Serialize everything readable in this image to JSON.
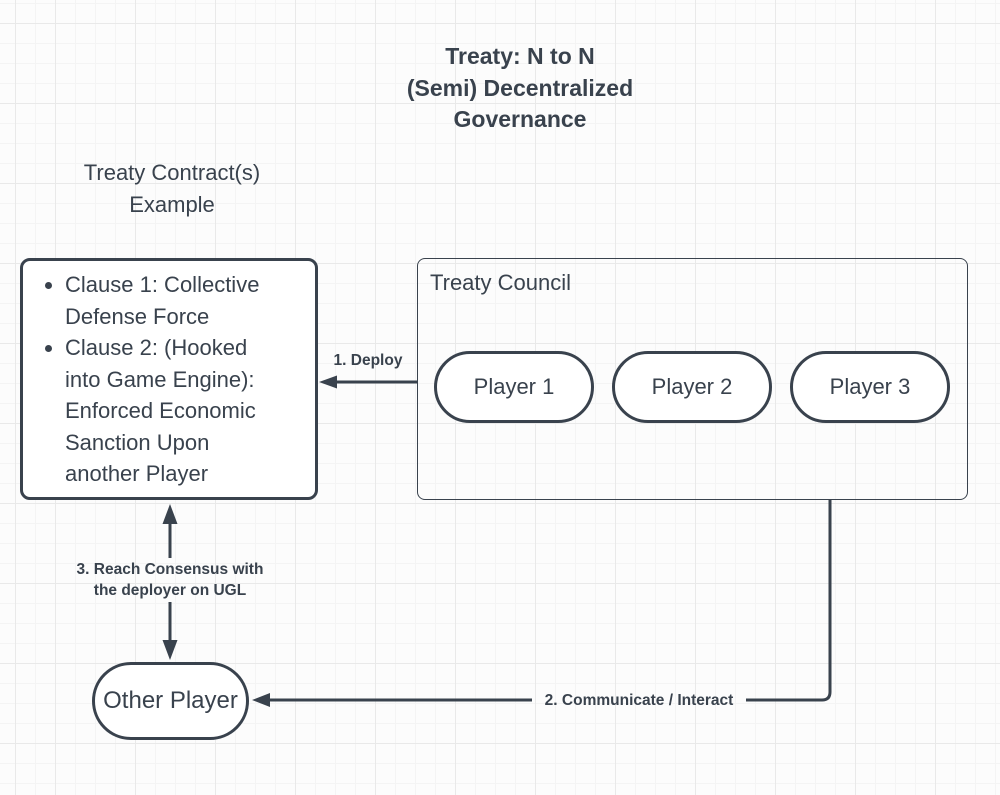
{
  "title": "Treaty: N to N\n(Semi) Decentralized\nGovernance",
  "contract_label": "Treaty Contract(s)\nExample",
  "clause_box": {
    "items": [
      "Clause 1: Collective Defense Force",
      "Clause 2: (Hooked into Game Engine): Enforced Economic Sanction Upon another Player"
    ]
  },
  "council": {
    "label": "Treaty Council",
    "players": [
      "Player 1",
      "Player 2",
      "Player 3"
    ]
  },
  "other_player": "Other Player",
  "arrows": {
    "deploy": "1. Deploy",
    "communicate": "2. Communicate / Interact",
    "consensus": "3. Reach Consensus with\nthe deployer on UGL"
  },
  "colors": {
    "ink": "#39424d",
    "canvas_bg": "#fcfcfc"
  }
}
